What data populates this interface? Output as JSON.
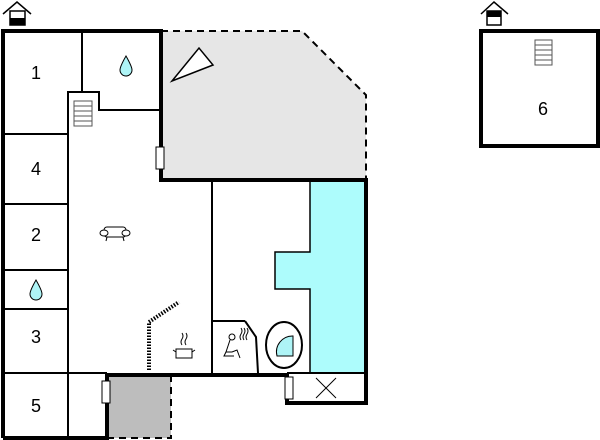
{
  "floors": [
    {
      "name": "ground-floor",
      "indicator": "house-icon-ground-floor-filled",
      "rooms": [
        {
          "id": "bedroom-1",
          "label": "1"
        },
        {
          "id": "bedroom-4",
          "label": "4"
        },
        {
          "id": "bedroom-2",
          "label": "2"
        },
        {
          "id": "bedroom-3",
          "label": "3"
        },
        {
          "id": "bedroom-5",
          "label": "5"
        }
      ],
      "symbols": [
        "bathroom-droplet",
        "bathroom-droplet",
        "staircase",
        "sofa",
        "stove-pot",
        "fireplace",
        "sauna",
        "whirlpool",
        "technical-room-x",
        "pool",
        "terrace-triangle"
      ]
    },
    {
      "name": "upper-floor",
      "indicator": "house-icon-upper-floor-filled",
      "rooms": [
        {
          "id": "bedroom-6",
          "label": "6"
        }
      ],
      "symbols": [
        "staircase"
      ]
    }
  ],
  "colors": {
    "wall": "#000000",
    "terrace": "#e6e6e6",
    "carport": "#bdbdbd",
    "pool": "#adfcfc",
    "water": "#aef4f6"
  }
}
